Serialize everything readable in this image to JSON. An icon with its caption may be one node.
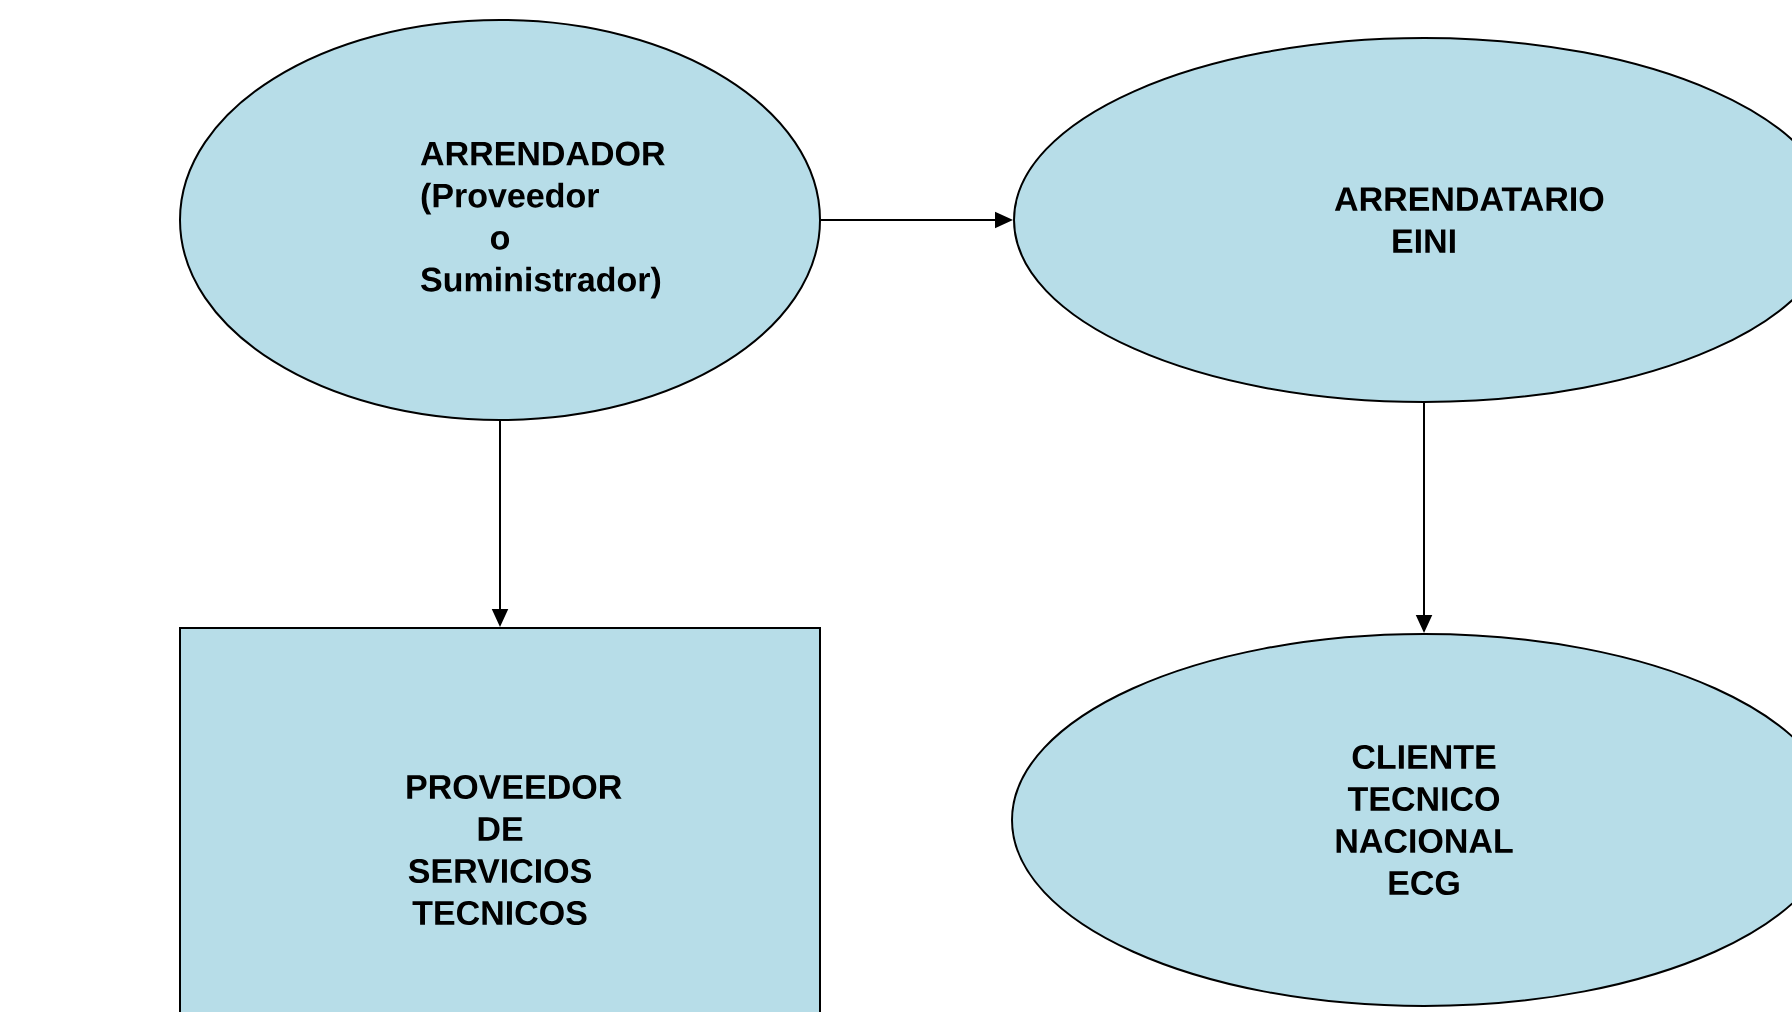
{
  "diagram": {
    "nodes": [
      {
        "text": [
          "ARRENDADOR (Proveedor o Suministrador)"
        ]
      },
      {
        "text": [
          "ARRENDATARIO EINI"
        ]
      },
      {
        "text": [
          "PROVEEDOR DE SERVICIOS TECNICOS"
        ]
      },
      {
        "text": [
          "CLIENTE TECNICO NACIONAL ECG"
        ]
      }
    ],
    "edges": [
      {
        "from": 0,
        "to": 1,
        "arrow": "to"
      },
      {
        "from": 0,
        "to": 2,
        "arrow": "to"
      },
      {
        "from": 1,
        "to": 3,
        "arrow": "to"
      }
    ]
  }
}
